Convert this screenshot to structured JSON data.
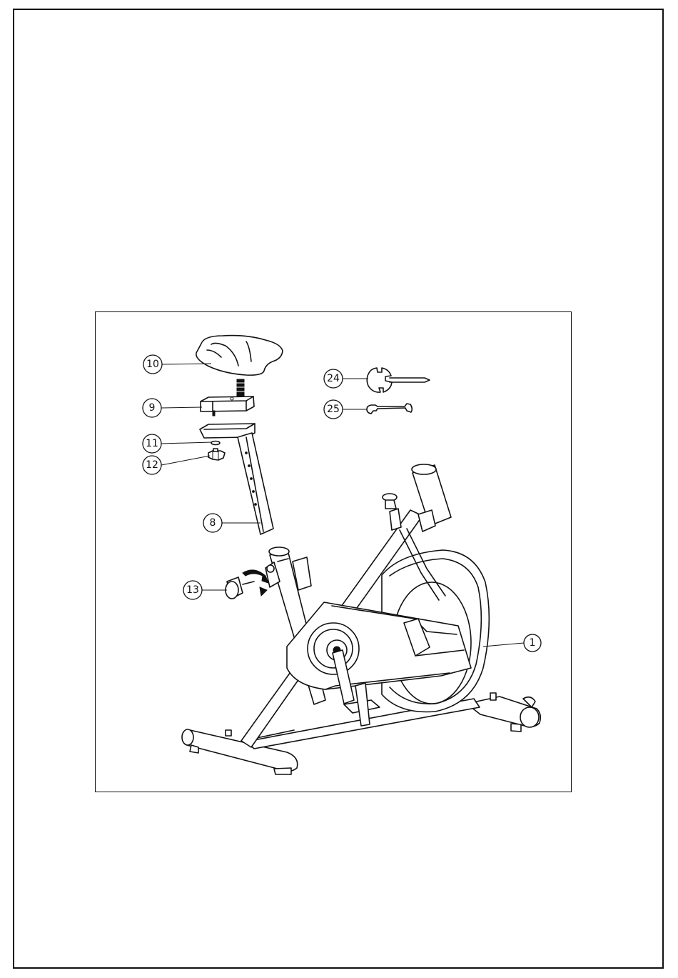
{
  "diagram": {
    "callouts": [
      {
        "id": "seat",
        "label": "10"
      },
      {
        "id": "seat_clamp_block",
        "label": "9"
      },
      {
        "id": "washer",
        "label": "11"
      },
      {
        "id": "knob_nut",
        "label": "12"
      },
      {
        "id": "seat_post",
        "label": "8"
      },
      {
        "id": "pop_pin_knob",
        "label": "13"
      },
      {
        "id": "allen_wrench",
        "label": "24"
      },
      {
        "id": "spanner",
        "label": "25"
      },
      {
        "id": "main_frame",
        "label": "1"
      }
    ]
  }
}
